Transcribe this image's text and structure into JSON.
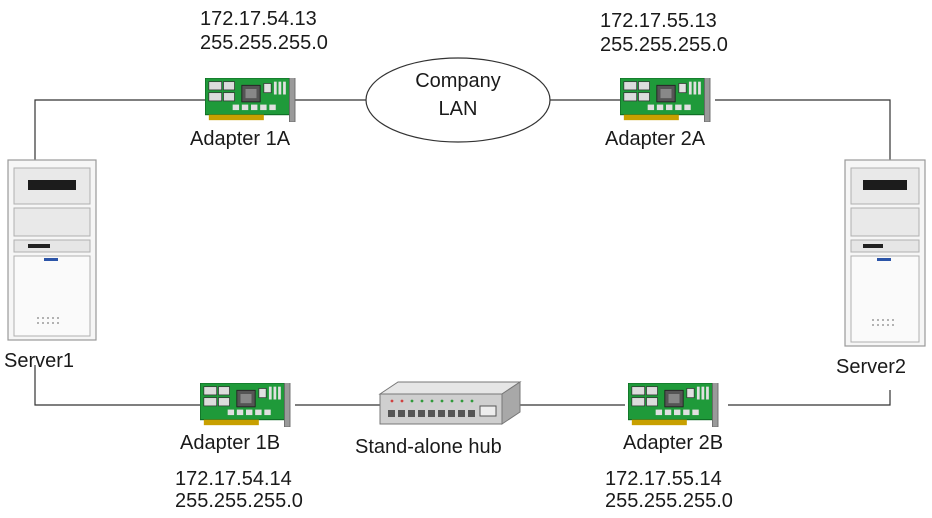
{
  "servers": [
    {
      "label": "Server1"
    },
    {
      "label": "Server2"
    }
  ],
  "adapters": {
    "a1a": {
      "label": "Adapter 1A",
      "ip": "172.17.54.13",
      "mask": "255.255.255.0"
    },
    "a2a": {
      "label": "Adapter 2A",
      "ip": "172.17.55.13",
      "mask": "255.255.255.0"
    },
    "a1b": {
      "label": "Adapter 1B",
      "ip": "172.17.54.14",
      "mask": "255.255.255.0"
    },
    "a2b": {
      "label": "Adapter 2B",
      "ip": "172.17.55.14",
      "mask": "255.255.255.0"
    }
  },
  "lan": {
    "line1": "Company",
    "line2": "LAN"
  },
  "hub": {
    "label": "Stand-alone hub"
  },
  "colors": {
    "line": "#333333",
    "card_green": "#1f9a3a",
    "card_dark": "#0f6b24",
    "chip": "#d8d8d8",
    "server_body": "#f2f2f2",
    "hub_body": "#c9c9c9"
  }
}
